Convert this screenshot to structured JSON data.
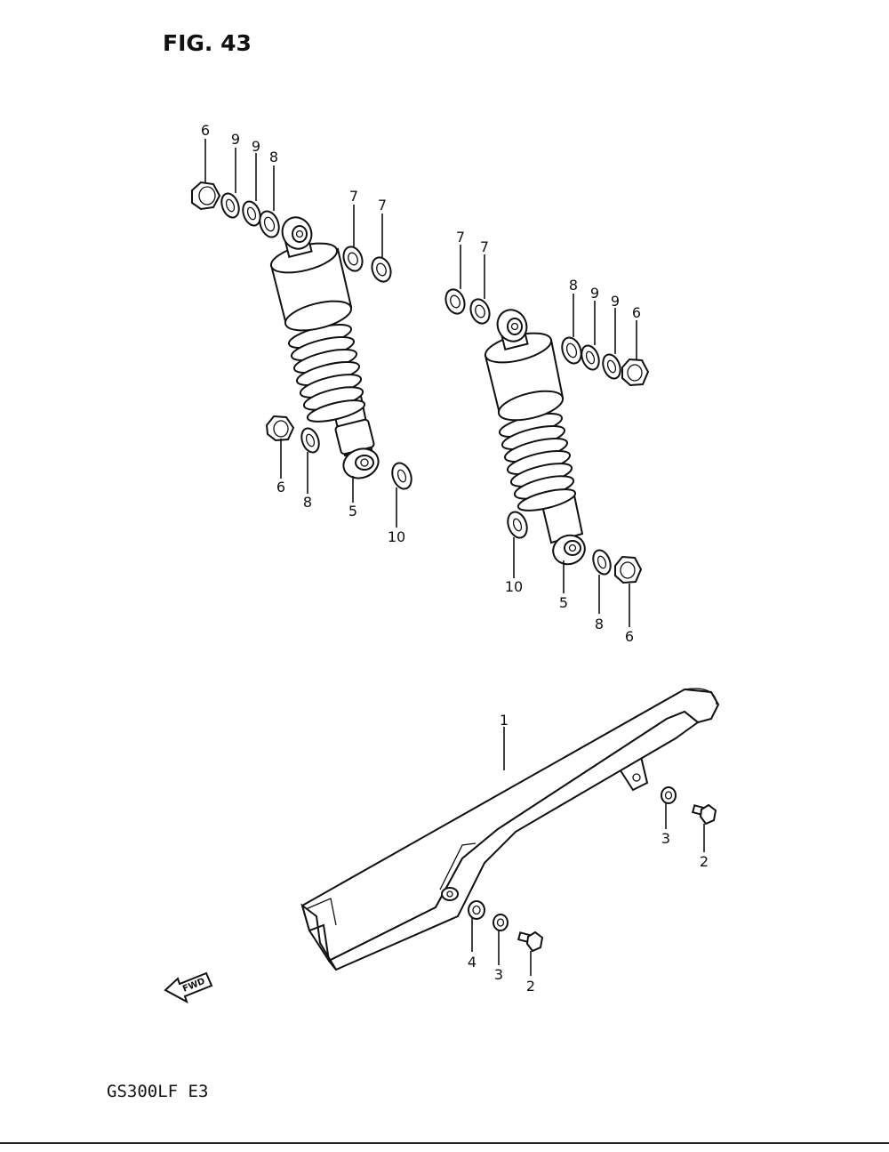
{
  "figure": {
    "title": "FIG. 43"
  },
  "model": {
    "code": "GS300LF E3"
  },
  "fwd_label": "FWD",
  "callouts": {
    "l_nut_6": "6",
    "l_washer_9a": "9",
    "l_washer_9b": "9",
    "l_washer_8": "8",
    "l_washer_7a": "7",
    "l_washer_7b": "7",
    "l_bot_nut_6": "6",
    "l_bot_washer_8": "8",
    "l_shock_5": "5",
    "l_washer_10": "10",
    "r_washer_7a": "7",
    "r_washer_7b": "7",
    "r_washer_8": "8",
    "r_washer_9a": "9",
    "r_washer_9b": "9",
    "r_nut_6": "6",
    "r_washer_10": "10",
    "r_shock_5": "5",
    "r_bot_washer_8": "8",
    "r_bot_nut_6": "6",
    "chain_case_1": "1",
    "r_nut_3": "3",
    "r_bolt_2": "2",
    "b_washer_4": "4",
    "b_nut_3": "3",
    "b_bolt_2": "2"
  }
}
